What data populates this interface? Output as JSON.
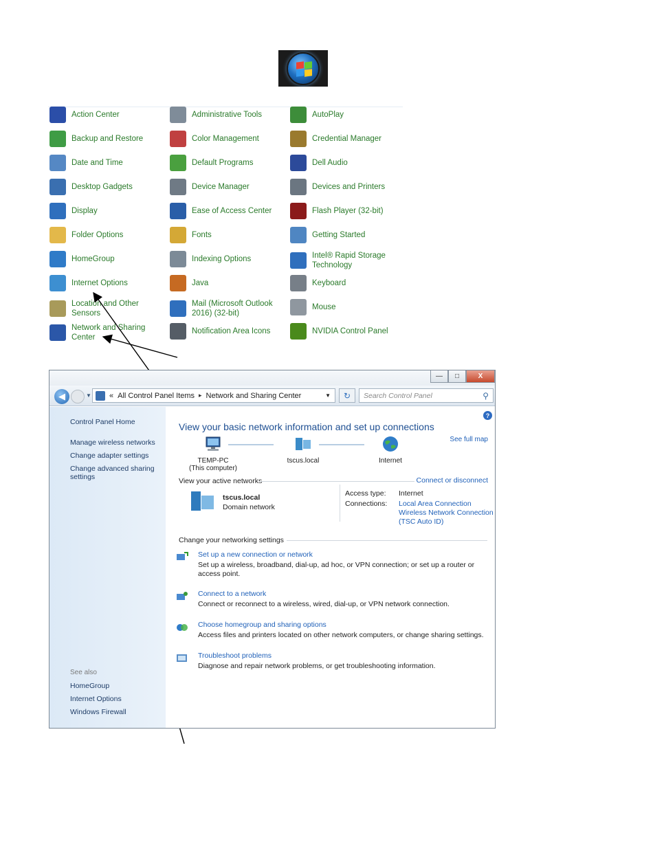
{
  "control_panel": {
    "items": [
      {
        "label": "Action Center",
        "icon": "flag-icon",
        "color": "#2b4ea8"
      },
      {
        "label": "Administrative Tools",
        "icon": "admin-tools-icon",
        "color": "#7f8c99"
      },
      {
        "label": "AutoPlay",
        "icon": "autoplay-icon",
        "color": "#3d8d3a"
      },
      {
        "label": "Backup and Restore",
        "icon": "backup-icon",
        "color": "#3f9c45"
      },
      {
        "label": "Color Management",
        "icon": "color-management-icon",
        "color": "#c04040"
      },
      {
        "label": "Credential Manager",
        "icon": "credential-manager-icon",
        "color": "#9a7a2e"
      },
      {
        "label": "Date and Time",
        "icon": "calendar-icon",
        "color": "#5588c4"
      },
      {
        "label": "Default Programs",
        "icon": "default-programs-icon",
        "color": "#4aa03f"
      },
      {
        "label": "Dell Audio",
        "icon": "dell-audio-icon",
        "color": "#2c4a9a"
      },
      {
        "label": "Desktop Gadgets",
        "icon": "gadgets-icon",
        "color": "#3a6fb0"
      },
      {
        "label": "Device Manager",
        "icon": "device-manager-icon",
        "color": "#6f7a85"
      },
      {
        "label": "Devices and Printers",
        "icon": "printer-icon",
        "color": "#6b7681"
      },
      {
        "label": "Display",
        "icon": "display-icon",
        "color": "#2f6fbd"
      },
      {
        "label": "Ease of Access Center",
        "icon": "ease-of-access-icon",
        "color": "#2a5ea8"
      },
      {
        "label": "Flash Player (32-bit)",
        "icon": "flash-icon",
        "color": "#8b1a1a"
      },
      {
        "label": "Folder Options",
        "icon": "folder-icon",
        "color": "#e3b84a"
      },
      {
        "label": "Fonts",
        "icon": "fonts-icon",
        "color": "#d4a836"
      },
      {
        "label": "Getting Started",
        "icon": "getting-started-icon",
        "color": "#4f86c2"
      },
      {
        "label": "HomeGroup",
        "icon": "homegroup-icon",
        "color": "#2f7bc8"
      },
      {
        "label": "Indexing Options",
        "icon": "indexing-icon",
        "color": "#7c8a97"
      },
      {
        "label": "Intel® Rapid Storage Technology",
        "icon": "intel-storage-icon",
        "color": "#2f6fbd"
      },
      {
        "label": "Internet Options",
        "icon": "globe-icon",
        "color": "#3d8fd1"
      },
      {
        "label": "Java",
        "icon": "java-icon",
        "color": "#c66a22"
      },
      {
        "label": "Keyboard",
        "icon": "keyboard-icon",
        "color": "#777f88"
      },
      {
        "label": "Location and Other Sensors",
        "icon": "location-sensors-icon",
        "color": "#a89a5a"
      },
      {
        "label": "Mail (Microsoft Outlook 2016) (32-bit)",
        "icon": "mail-icon",
        "color": "#2f6fbd"
      },
      {
        "label": "Mouse",
        "icon": "mouse-icon",
        "color": "#8f979f"
      },
      {
        "label": "Network and Sharing Center",
        "icon": "network-sharing-icon",
        "color": "#2b57a8"
      },
      {
        "label": "Notification Area Icons",
        "icon": "notification-area-icon",
        "color": "#555d66"
      },
      {
        "label": "NVIDIA Control Panel",
        "icon": "nvidia-icon",
        "color": "#4a8a1c"
      }
    ]
  },
  "window": {
    "breadcrumb": {
      "prefix": "«",
      "part1": "All Control Panel Items",
      "sep": "▸",
      "part2": "Network and Sharing Center"
    },
    "search_placeholder": "Search Control Panel",
    "buttons": {
      "minimize": "—",
      "maximize": "□",
      "close": "X"
    },
    "sidebar": {
      "home": "Control Panel Home",
      "links": [
        "Manage wireless networks",
        "Change adapter settings",
        "Change advanced sharing settings"
      ],
      "see_also_label": "See also",
      "see_also": [
        "HomeGroup",
        "Internet Options",
        "Windows Firewall"
      ]
    },
    "main": {
      "title": "View your basic network information and set up connections",
      "full_map": "See full map",
      "nodes": [
        {
          "label": "TEMP-PC",
          "sub": "(This computer)"
        },
        {
          "label": "tscus.local",
          "sub": ""
        },
        {
          "label": "Internet",
          "sub": ""
        }
      ],
      "active_title": "View your active networks",
      "connect_disconnect": "Connect or disconnect",
      "network_name": "tscus.local",
      "network_type": "Domain network",
      "access_type_label": "Access type:",
      "access_type_value": "Internet",
      "connections_label": "Connections:",
      "connections": [
        "Local Area Connection",
        "Wireless Network Connection (TSC Auto ID)"
      ],
      "change_title": "Change your networking settings",
      "tasks": [
        {
          "link": "Set up a new connection or network",
          "desc": "Set up a wireless, broadband, dial-up, ad hoc, or VPN connection; or set up a router or access point."
        },
        {
          "link": "Connect to a network",
          "desc": "Connect or reconnect to a wireless, wired, dial-up, or VPN network connection."
        },
        {
          "link": "Choose homegroup and sharing options",
          "desc": "Access files and printers located on other network computers, or change sharing settings."
        },
        {
          "link": "Troubleshoot problems",
          "desc": "Diagnose and repair network problems, or get troubleshooting information."
        }
      ]
    }
  }
}
